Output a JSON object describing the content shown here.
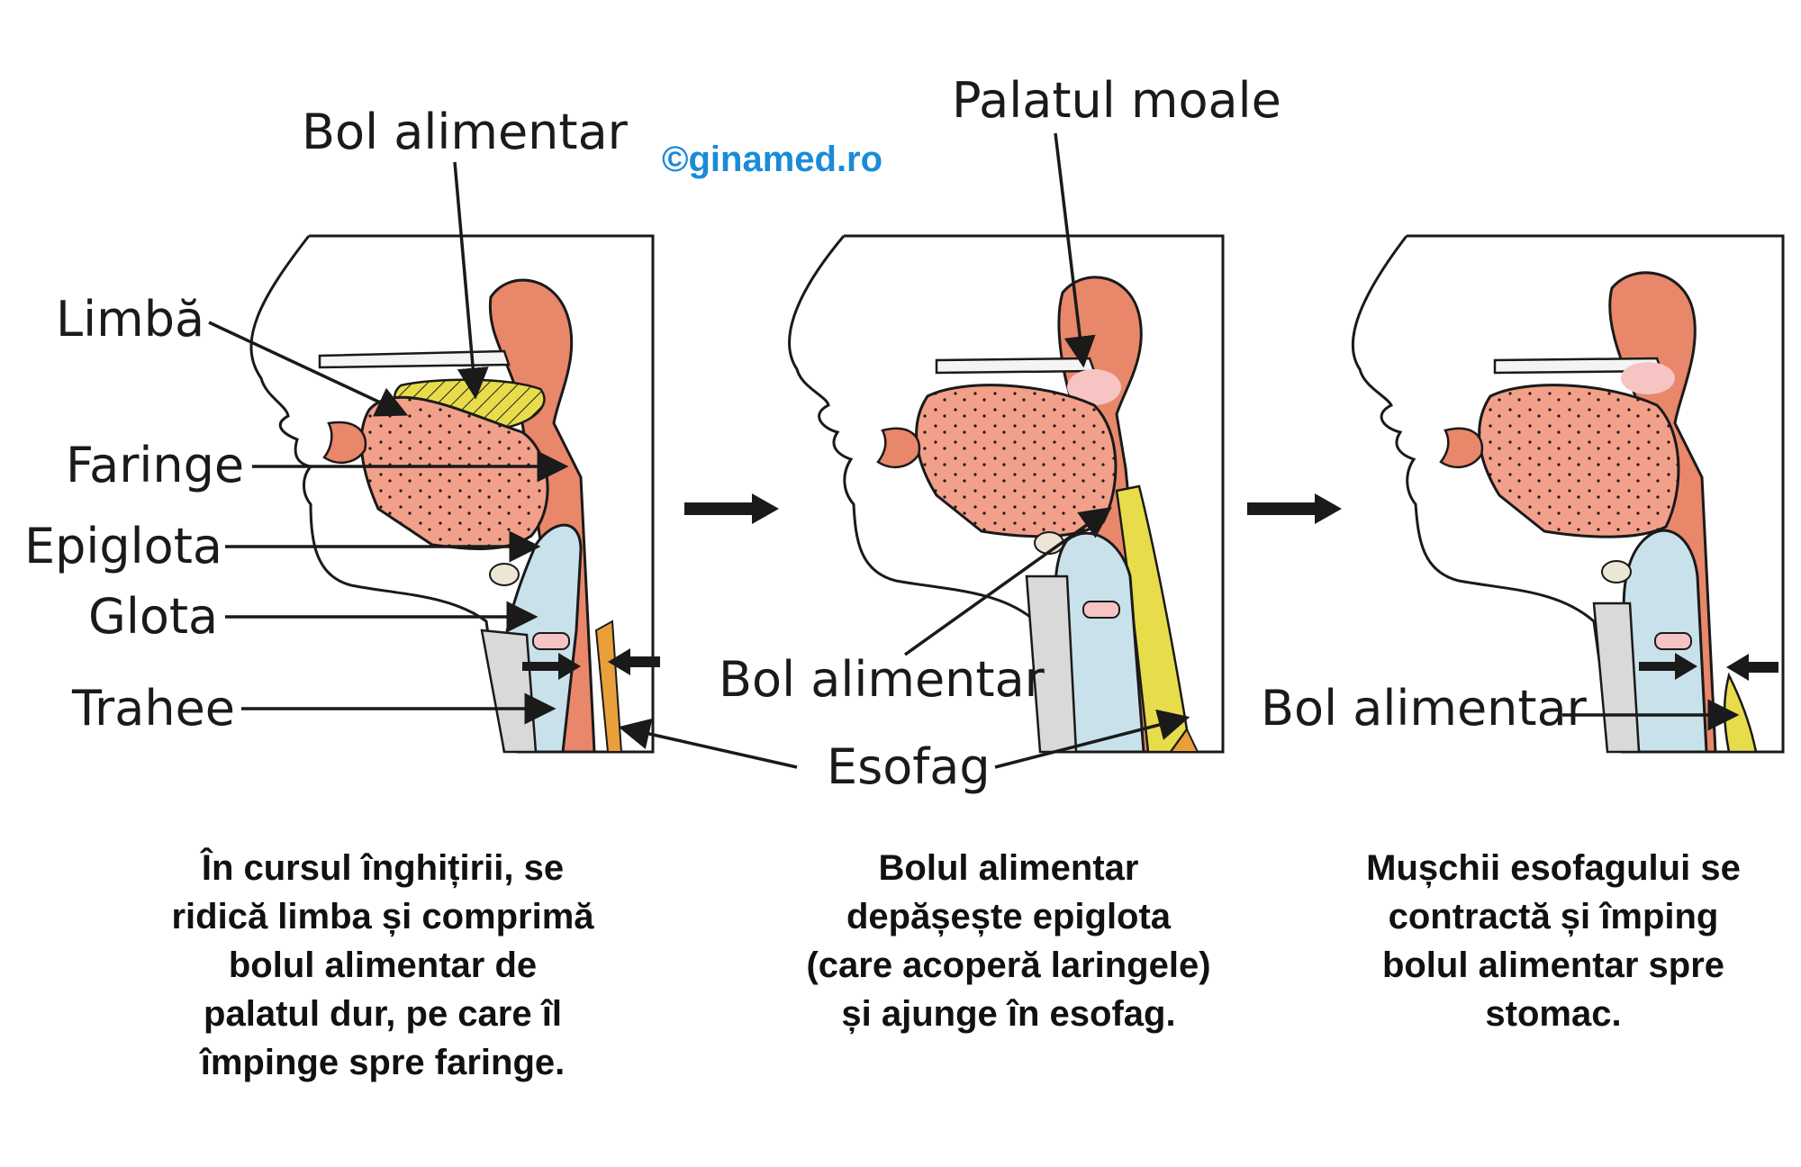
{
  "watermark": {
    "text": "©ginamed.ro",
    "color": "#1a8bd9"
  },
  "colors": {
    "skin": "#e9876a",
    "skin_light": "#f2a08a",
    "bolus": "#e8dc4a",
    "cartilage": "#c9e1ea",
    "bone": "#d9d9d9",
    "esophagus": "#e9a03a",
    "outline": "#1a1a1a",
    "pink": "#f7c4c4"
  },
  "labels": {
    "bol_alimentar_top": "Bol alimentar",
    "palatul_moale": "Palatul moale",
    "limba": "Limbă",
    "faringe": "Faringe",
    "epiglota": "Epiglota",
    "glota": "Glota",
    "trahee": "Trahee",
    "bol_alimentar_mid": "Bol alimentar",
    "esofag": "Esofag",
    "bol_alimentar_right": "Bol alimentar"
  },
  "captions": {
    "step1": [
      "În cursul înghițirii, se",
      "ridică limba și comprimă",
      "bolul alimentar de",
      "palatul dur, pe care îl",
      "împinge spre faringe."
    ],
    "step2": [
      "Bolul alimentar",
      "depășește epiglota",
      "(care acoperă laringele)",
      "și ajunge în esofag."
    ],
    "step3": [
      "Mușchii esofagului se",
      "contractă și împing",
      "bolul alimentar spre",
      "stomac."
    ]
  },
  "icons": {
    "step_arrow": "arrow-right-icon",
    "contraction_arrow": "arrow-icon"
  }
}
